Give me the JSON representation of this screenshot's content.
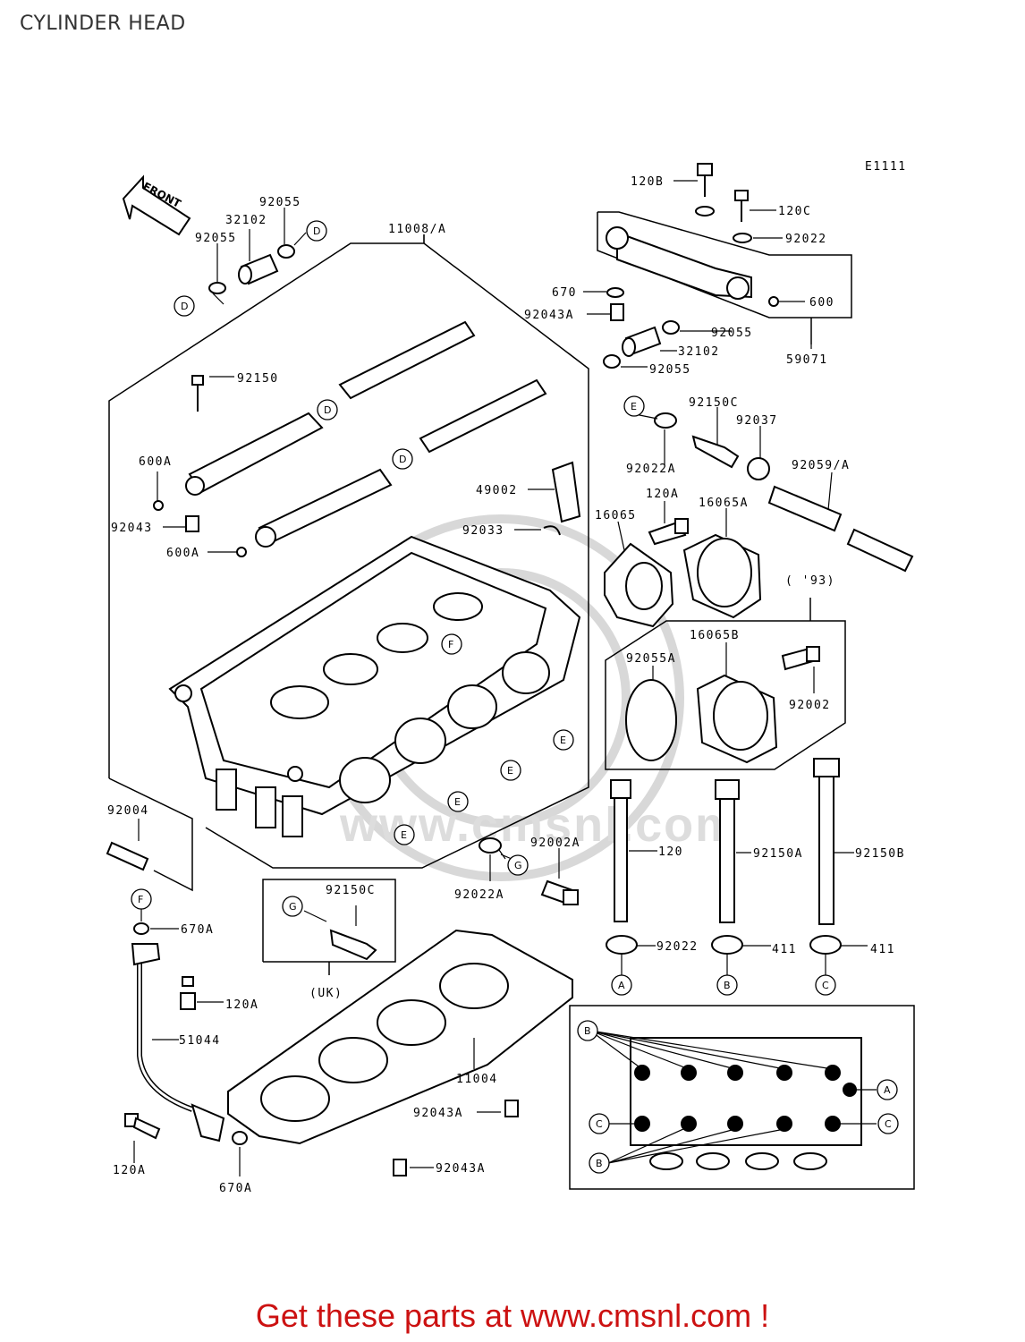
{
  "page": {
    "title": "CYLINDER HEAD",
    "ref_code": "E1111",
    "footer": "Get these parts at www.cmsnl.com !"
  },
  "front_label": "FRONT",
  "watermark": "www.cmsnl.com",
  "parts": {
    "p11008A": "11008/A",
    "p92055_1": "92055",
    "p92055_2": "92055",
    "p32102_1": "32102",
    "p92150": "92150",
    "p600A_1": "600A",
    "p92043": "92043",
    "p600A_2": "600A",
    "p49002": "49002",
    "p92033": "92033",
    "p92004": "92004",
    "p120B": "120B",
    "p120C": "120C",
    "p92022_1": "92022",
    "p670": "670",
    "p600": "600",
    "p92043A_1": "92043A",
    "p92055_3": "92055",
    "p32102_2": "32102",
    "p92055_4": "92055",
    "p59071": "59071",
    "p92150C_1": "92150C",
    "p92037": "92037",
    "p92022A_1": "92022A",
    "p92059A": "92059/A",
    "p120A_1": "120A",
    "p16065": "16065",
    "p16065A": "16065A",
    "p93": "( '93)",
    "p16065B": "16065B",
    "p92055A": "92055A",
    "p92002": "92002",
    "p92002A": "92002A",
    "p92022A_2": "92022A",
    "p120": "120",
    "p92150A": "92150A",
    "p92150B": "92150B",
    "p92150C_2": "92150C",
    "pUK": "(UK)",
    "p670A_1": "670A",
    "p92022_2": "92022",
    "p411_1": "411",
    "p411_2": "411",
    "p120A_2": "120A",
    "p51044": "51044",
    "p11004": "11004",
    "p92043A_2": "92043A",
    "p120A_3": "120A",
    "p670A_2": "670A",
    "p92043A_3": "92043A"
  },
  "callouts": {
    "A": "A",
    "B": "B",
    "C": "C",
    "D": "D",
    "E": "E",
    "F": "F",
    "G": "G"
  },
  "colors": {
    "line": "#000000",
    "footer": "#cc1111",
    "watermark": "#cfcfcf"
  }
}
